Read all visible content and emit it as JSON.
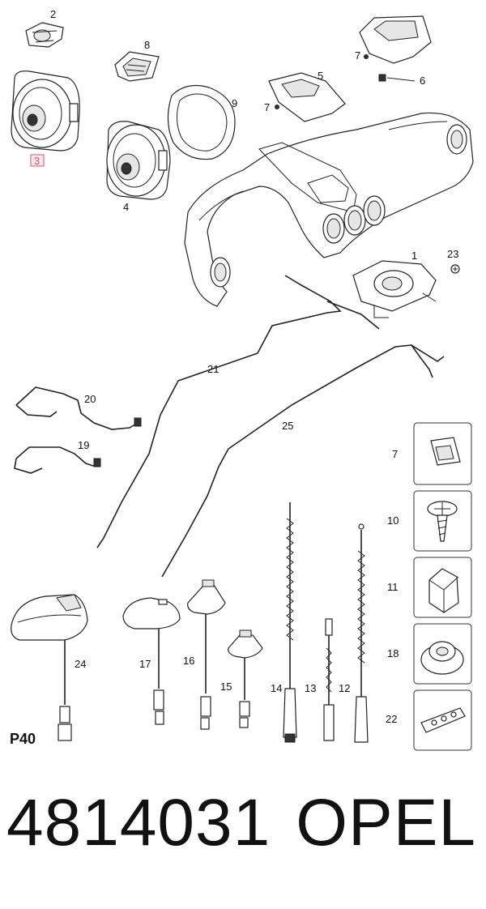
{
  "diagram": {
    "section": "P40",
    "highlighted_callout": "3",
    "callouts": {
      "c1": "1",
      "c2": "2",
      "c3": "3",
      "c4": "4",
      "c5": "5",
      "c6": "6",
      "c7a": "7",
      "c7b": "7",
      "c8": "8",
      "c9": "9",
      "c12": "12",
      "c13": "13",
      "c14": "14",
      "c15": "15",
      "c16": "16",
      "c17": "17",
      "c19": "19",
      "c20": "20",
      "c21": "21",
      "c23": "23",
      "c24": "24",
      "c25": "25",
      "legend7": "7",
      "legend10": "10",
      "legend11": "11",
      "legend18": "18",
      "legend22": "22"
    }
  },
  "footer": {
    "part_number": "4814031",
    "brand": "OPEL"
  },
  "colors": {
    "highlight": "#d9546c",
    "line": "#222222"
  }
}
